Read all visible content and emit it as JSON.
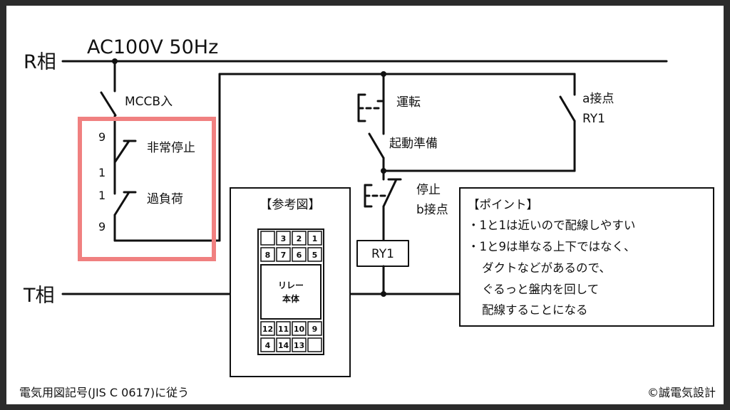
{
  "title": "AC100V 50Hz",
  "phases": {
    "r": "R相",
    "t": "T相"
  },
  "labels": {
    "mccb": "MCCB入",
    "emergency_stop": "非常停止",
    "overload": "過負荷",
    "run": "運転",
    "start_ready": "起動準備",
    "stop_line1": "停止",
    "stop_line2": "b接点",
    "a_contact_line1": "a接点",
    "a_contact_line2": "RY1",
    "relay_coil": "RY1"
  },
  "terminals": {
    "es_top": "9",
    "es_bottom": "1",
    "ol_top": "1",
    "ol_bottom": "9"
  },
  "reference": {
    "title": "【参考図】",
    "body_line1": "リレー",
    "body_line2": "本体",
    "row1": [
      "",
      "3",
      "2",
      "1"
    ],
    "row2": [
      "8",
      "7",
      "6",
      "5"
    ],
    "row3": [
      "12",
      "11",
      "10",
      "9"
    ],
    "row4": [
      "4",
      "14",
      "13",
      ""
    ]
  },
  "point": {
    "title": "【ポイント】",
    "line1": "・1と1は近いので配線しやすい",
    "line2": "・1と9は単なる上下ではなく、",
    "line3": "ダクトなどがあるので、",
    "line4": "ぐるっと盤内を回して",
    "line5": "配線することになる"
  },
  "footer": {
    "left": "電気用図記号(JIS C 0617)に従う",
    "right": "©誠電気設計"
  },
  "colors": {
    "highlight": "#f08080",
    "frame": "#2b2b2b",
    "line": "#111111"
  }
}
